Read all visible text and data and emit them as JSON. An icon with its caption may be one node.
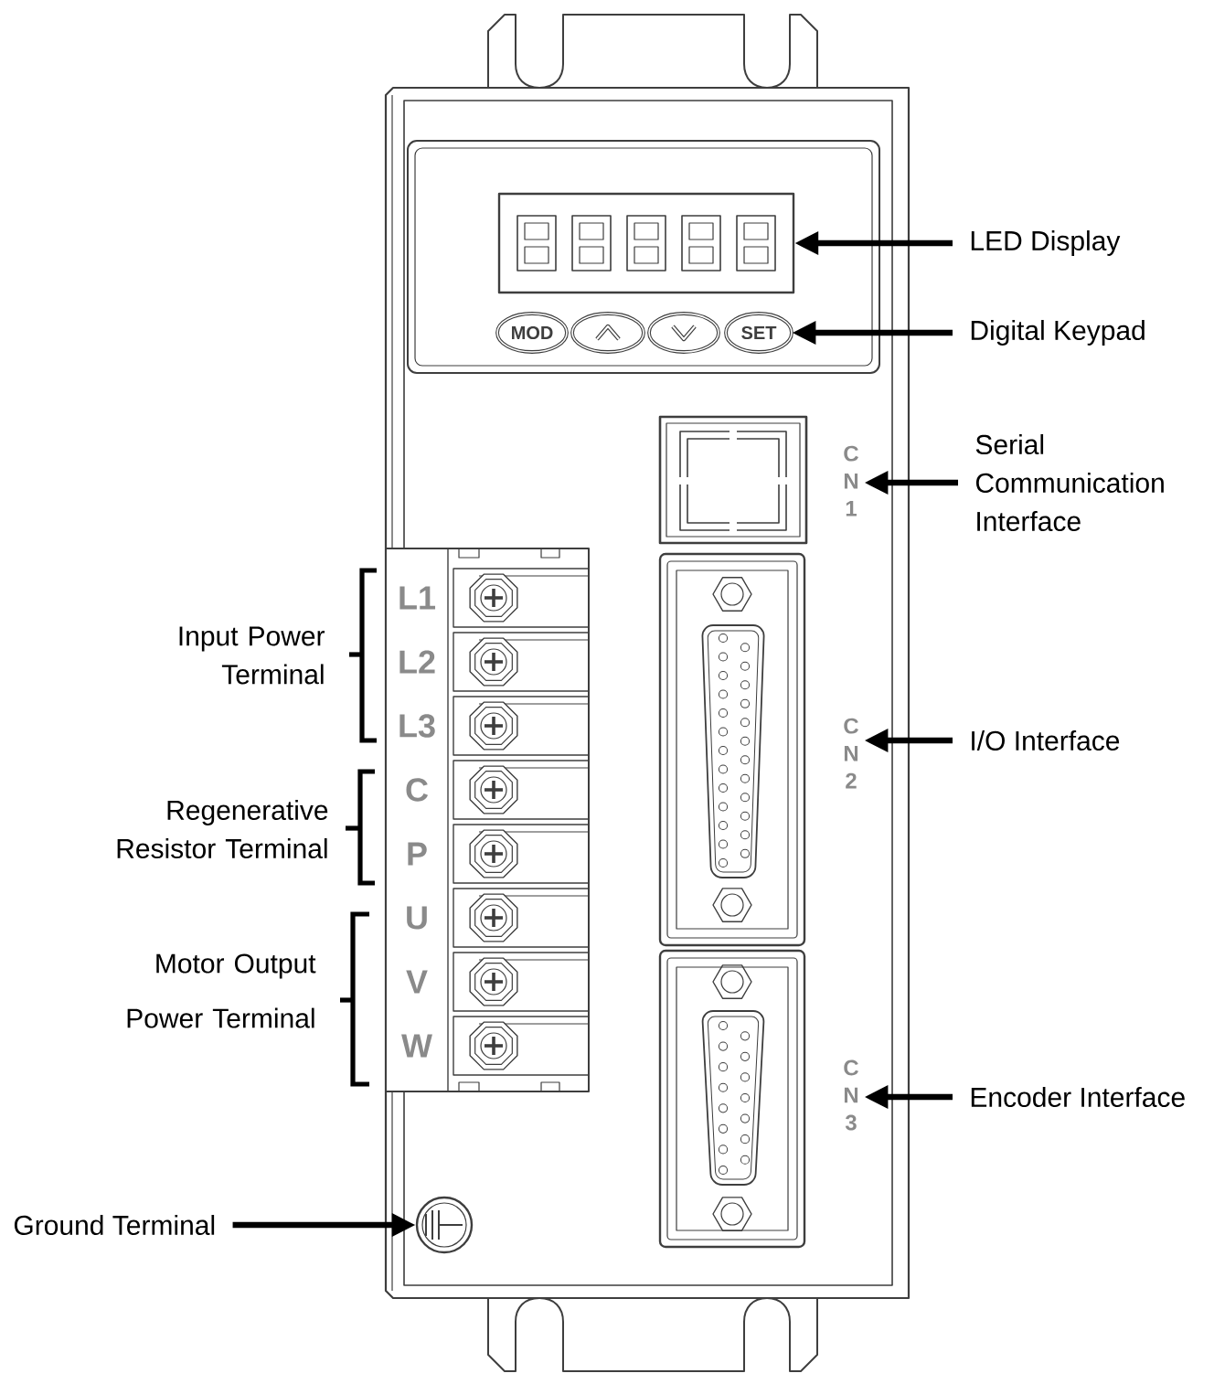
{
  "diagram": {
    "nodes": [
      {
        "text": [],
        "shape": "box"
      },
      {
        "text": [
          "LED Display"
        ]
      },
      {
        "text": [
          "MOD",
          "SET"
        ]
      },
      {
        "text": [
          "Digital Keypad"
        ]
      },
      {
        "text": [
          "CN1"
        ]
      },
      {
        "text": [
          "Serial Communication Interface"
        ]
      },
      {
        "text": [
          "CN2"
        ]
      },
      {
        "text": [
          "I/O Interface"
        ]
      },
      {
        "text": [
          "CN3"
        ]
      },
      {
        "text": [
          "Encoder Interface"
        ]
      },
      {
        "text": [
          "Ground Terminal"
        ]
      },
      {
        "text": [],
        "shape": "circle"
      }
    ],
    "edges": [
      {
        "from": 1,
        "to": 0,
        "arrow": "to"
      },
      {
        "from": 3,
        "to": 2,
        "arrow": "to"
      },
      {
        "from": 5,
        "to": 4,
        "arrow": "to"
      },
      {
        "from": 7,
        "to": 6,
        "arrow": "to"
      },
      {
        "from": 9,
        "to": 8,
        "arrow": "to"
      },
      {
        "from": 10,
        "to": 11,
        "arrow": "to"
      }
    ],
    "labels": [
      "Input Power Terminal",
      "L1",
      "L2",
      "L3",
      "Regenerative Resistor Terminal",
      "C",
      "P",
      "Motor Output Power Terminal",
      "U",
      "V",
      "W"
    ]
  }
}
